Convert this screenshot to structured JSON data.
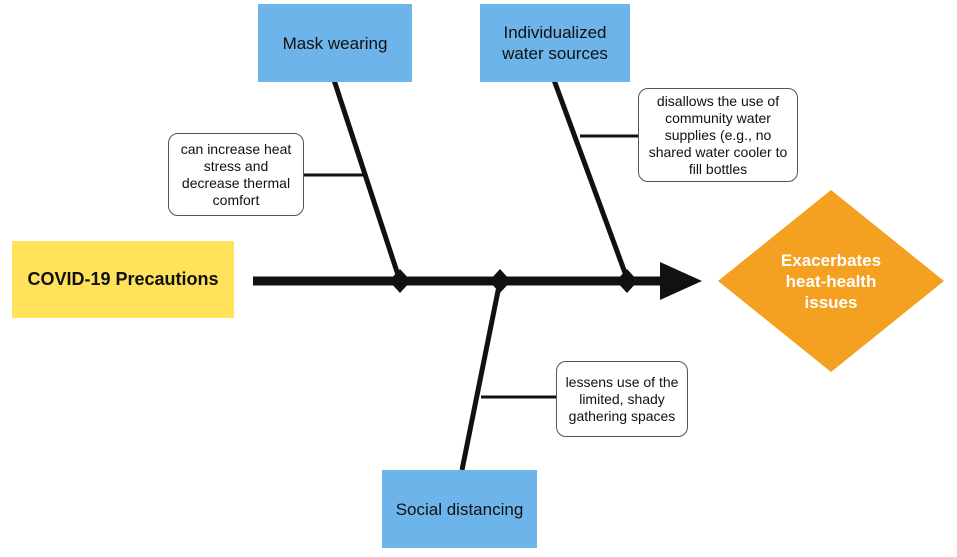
{
  "start": {
    "label": "COVID-19 Precautions",
    "color": "#ffe15a"
  },
  "effect": {
    "label": "Exacerbates heat-health issues",
    "color": "#f4a020"
  },
  "causes": [
    {
      "label": "Mask wearing",
      "note": "can increase heat stress and decrease thermal comfort"
    },
    {
      "label": "Individualized water sources",
      "note": "disallows the use of community water supplies (e.g., no shared water cooler to fill bottles"
    },
    {
      "label": "Social distancing",
      "note": "lessens use of the limited, shady gathering spaces"
    }
  ],
  "colors": {
    "cause_box": "#6cb4e9",
    "spine": "#111111"
  }
}
